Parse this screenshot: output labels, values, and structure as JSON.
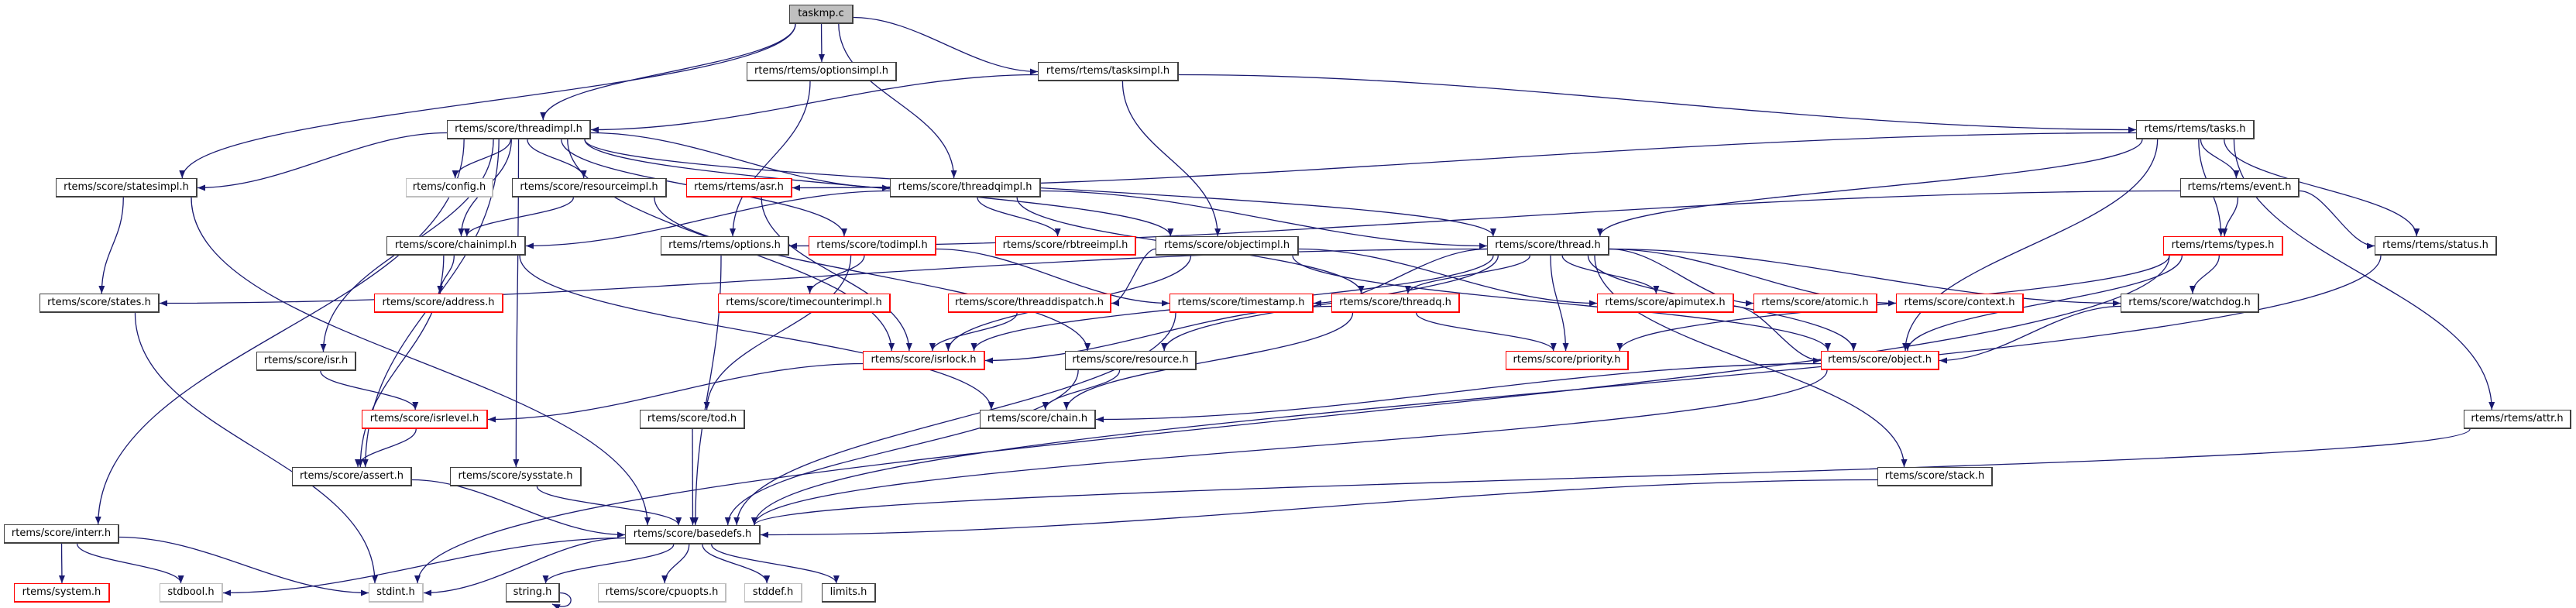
{
  "graph": {
    "title": "taskmp.c",
    "style": {
      "edge_color": "#191970",
      "root_fill": "#bfbfbf",
      "documented_border": "#404040",
      "truncated_border": "#ff0000",
      "undocumented_border": "#bfbfbf"
    },
    "nodes": [
      {
        "label": "taskmp.c",
        "kind": "root"
      },
      {
        "label": "rtems/rtems/optionsimpl.h",
        "kind": "documented"
      },
      {
        "label": "rtems/rtems/tasksimpl.h",
        "kind": "documented"
      },
      {
        "label": "rtems/score/threadimpl.h",
        "kind": "documented"
      },
      {
        "label": "rtems/rtems/tasks.h",
        "kind": "documented"
      },
      {
        "label": "rtems/score/statesimpl.h",
        "kind": "documented"
      },
      {
        "label": "rtems/config.h",
        "kind": "undocumented"
      },
      {
        "label": "rtems/score/resourceimpl.h",
        "kind": "documented"
      },
      {
        "label": "rtems/rtems/asr.h",
        "kind": "truncated"
      },
      {
        "label": "rtems/score/threadqimpl.h",
        "kind": "documented"
      },
      {
        "label": "rtems/rtems/event.h",
        "kind": "documented"
      },
      {
        "label": "rtems/score/chainimpl.h",
        "kind": "documented"
      },
      {
        "label": "rtems/rtems/options.h",
        "kind": "documented"
      },
      {
        "label": "rtems/score/todimpl.h",
        "kind": "truncated"
      },
      {
        "label": "rtems/score/rbtreeimpl.h",
        "kind": "truncated"
      },
      {
        "label": "rtems/score/objectimpl.h",
        "kind": "documented"
      },
      {
        "label": "rtems/score/thread.h",
        "kind": "documented"
      },
      {
        "label": "rtems/rtems/types.h",
        "kind": "truncated"
      },
      {
        "label": "rtems/rtems/status.h",
        "kind": "documented"
      },
      {
        "label": "rtems/score/states.h",
        "kind": "documented"
      },
      {
        "label": "rtems/score/address.h",
        "kind": "truncated"
      },
      {
        "label": "rtems/score/timecounterimpl.h",
        "kind": "truncated"
      },
      {
        "label": "rtems/score/threaddispatch.h",
        "kind": "truncated"
      },
      {
        "label": "rtems/score/timestamp.h",
        "kind": "truncated"
      },
      {
        "label": "rtems/score/threadq.h",
        "kind": "truncated"
      },
      {
        "label": "rtems/score/apimutex.h",
        "kind": "truncated"
      },
      {
        "label": "rtems/score/atomic.h",
        "kind": "truncated"
      },
      {
        "label": "rtems/score/context.h",
        "kind": "truncated"
      },
      {
        "label": "rtems/score/watchdog.h",
        "kind": "documented"
      },
      {
        "label": "rtems/score/isr.h",
        "kind": "documented"
      },
      {
        "label": "rtems/score/isrlock.h",
        "kind": "truncated"
      },
      {
        "label": "rtems/score/resource.h",
        "kind": "documented"
      },
      {
        "label": "rtems/score/priority.h",
        "kind": "truncated"
      },
      {
        "label": "rtems/score/object.h",
        "kind": "truncated"
      },
      {
        "label": "rtems/score/isrlevel.h",
        "kind": "truncated"
      },
      {
        "label": "rtems/score/tod.h",
        "kind": "documented"
      },
      {
        "label": "rtems/score/chain.h",
        "kind": "documented"
      },
      {
        "label": "rtems/rtems/attr.h",
        "kind": "documented"
      },
      {
        "label": "rtems/score/assert.h",
        "kind": "documented"
      },
      {
        "label": "rtems/score/sysstate.h",
        "kind": "documented"
      },
      {
        "label": "rtems/score/stack.h",
        "kind": "documented"
      },
      {
        "label": "rtems/score/interr.h",
        "kind": "documented"
      },
      {
        "label": "rtems/score/basedefs.h",
        "kind": "documented"
      },
      {
        "label": "rtems/system.h",
        "kind": "truncated"
      },
      {
        "label": "stdbool.h",
        "kind": "undocumented"
      },
      {
        "label": "stdint.h",
        "kind": "undocumented"
      },
      {
        "label": "string.h",
        "kind": "documented"
      },
      {
        "label": "rtems/score/cpuopts.h",
        "kind": "undocumented"
      },
      {
        "label": "stddef.h",
        "kind": "undocumented"
      },
      {
        "label": "limits.h",
        "kind": "documented"
      }
    ],
    "edges": [
      {
        "from": "taskmp.c",
        "to": "rtems/score/statesimpl.h"
      },
      {
        "from": "taskmp.c",
        "to": "rtems/score/threadimpl.h"
      },
      {
        "from": "taskmp.c",
        "to": "rtems/rtems/optionsimpl.h"
      },
      {
        "from": "taskmp.c",
        "to": "rtems/score/threadqimpl.h"
      },
      {
        "from": "taskmp.c",
        "to": "rtems/rtems/tasksimpl.h"
      },
      {
        "from": "rtems/rtems/optionsimpl.h",
        "to": "rtems/rtems/options.h"
      },
      {
        "from": "rtems/rtems/tasksimpl.h",
        "to": "rtems/score/threadimpl.h"
      },
      {
        "from": "rtems/rtems/tasksimpl.h",
        "to": "rtems/score/objectimpl.h"
      },
      {
        "from": "rtems/rtems/tasksimpl.h",
        "to": "rtems/rtems/tasks.h"
      },
      {
        "from": "rtems/score/threadimpl.h",
        "to": "rtems/score/statesimpl.h"
      },
      {
        "from": "rtems/score/threadimpl.h",
        "to": "rtems/config.h"
      },
      {
        "from": "rtems/score/threadimpl.h",
        "to": "rtems/score/resourceimpl.h"
      },
      {
        "from": "rtems/score/threadimpl.h",
        "to": "rtems/score/chainimpl.h"
      },
      {
        "from": "rtems/score/threadimpl.h",
        "to": "rtems/score/threadqimpl.h"
      },
      {
        "from": "rtems/score/threadimpl.h",
        "to": "rtems/score/todimpl.h"
      },
      {
        "from": "rtems/score/threadimpl.h",
        "to": "rtems/score/objectimpl.h"
      },
      {
        "from": "rtems/score/threadimpl.h",
        "to": "rtems/score/thread.h"
      },
      {
        "from": "rtems/score/threadimpl.h",
        "to": "rtems/score/isr.h"
      },
      {
        "from": "rtems/score/threadimpl.h",
        "to": "rtems/score/assert.h"
      },
      {
        "from": "rtems/score/threadimpl.h",
        "to": "rtems/score/sysstate.h"
      },
      {
        "from": "rtems/score/threadimpl.h",
        "to": "rtems/score/interr.h"
      },
      {
        "from": "rtems/score/threadimpl.h",
        "to": "rtems/score/isrlock.h"
      },
      {
        "from": "rtems/rtems/tasks.h",
        "to": "rtems/rtems/asr.h"
      },
      {
        "from": "rtems/rtems/tasks.h",
        "to": "rtems/score/thread.h"
      },
      {
        "from": "rtems/rtems/tasks.h",
        "to": "rtems/rtems/event.h"
      },
      {
        "from": "rtems/rtems/tasks.h",
        "to": "rtems/rtems/types.h"
      },
      {
        "from": "rtems/rtems/tasks.h",
        "to": "rtems/rtems/status.h"
      },
      {
        "from": "rtems/rtems/tasks.h",
        "to": "rtems/rtems/attr.h"
      },
      {
        "from": "rtems/rtems/tasks.h",
        "to": "rtems/score/object.h"
      },
      {
        "from": "rtems/score/statesimpl.h",
        "to": "rtems/score/states.h"
      },
      {
        "from": "rtems/score/statesimpl.h",
        "to": "rtems/score/basedefs.h"
      },
      {
        "from": "rtems/score/resourceimpl.h",
        "to": "rtems/score/chainimpl.h"
      },
      {
        "from": "rtems/score/resourceimpl.h",
        "to": "rtems/score/resource.h"
      },
      {
        "from": "rtems/rtems/asr.h",
        "to": "rtems/score/isrlock.h"
      },
      {
        "from": "rtems/score/threadqimpl.h",
        "to": "rtems/score/chainimpl.h"
      },
      {
        "from": "rtems/score/threadqimpl.h",
        "to": "rtems/score/rbtreeimpl.h"
      },
      {
        "from": "rtems/score/threadqimpl.h",
        "to": "rtems/score/thread.h"
      },
      {
        "from": "rtems/score/threadqimpl.h",
        "to": "rtems/score/threadq.h"
      },
      {
        "from": "rtems/rtems/event.h",
        "to": "rtems/rtems/types.h"
      },
      {
        "from": "rtems/rtems/event.h",
        "to": "rtems/rtems/status.h"
      },
      {
        "from": "rtems/rtems/event.h",
        "to": "rtems/rtems/options.h"
      },
      {
        "from": "rtems/score/chainimpl.h",
        "to": "rtems/score/address.h"
      },
      {
        "from": "rtems/score/chainimpl.h",
        "to": "rtems/score/chain.h"
      },
      {
        "from": "rtems/score/chainimpl.h",
        "to": "rtems/score/assert.h"
      },
      {
        "from": "rtems/rtems/options.h",
        "to": "rtems/score/basedefs.h"
      },
      {
        "from": "rtems/score/todimpl.h",
        "to": "rtems/score/timecounterimpl.h"
      },
      {
        "from": "rtems/score/todimpl.h",
        "to": "rtems/score/tod.h"
      },
      {
        "from": "rtems/score/todimpl.h",
        "to": "rtems/score/timestamp.h"
      },
      {
        "from": "rtems/score/objectimpl.h",
        "to": "rtems/score/threaddispatch.h"
      },
      {
        "from": "rtems/score/objectimpl.h",
        "to": "rtems/score/isrlock.h"
      },
      {
        "from": "rtems/score/objectimpl.h",
        "to": "rtems/score/apimutex.h"
      },
      {
        "from": "rtems/score/objectimpl.h",
        "to": "rtems/score/object.h"
      },
      {
        "from": "rtems/score/thread.h",
        "to": "rtems/score/states.h"
      },
      {
        "from": "rtems/score/thread.h",
        "to": "rtems/score/isrlock.h"
      },
      {
        "from": "rtems/score/thread.h",
        "to": "rtems/score/timestamp.h"
      },
      {
        "from": "rtems/score/thread.h",
        "to": "rtems/score/threadq.h"
      },
      {
        "from": "rtems/score/thread.h",
        "to": "rtems/score/priority.h"
      },
      {
        "from": "rtems/score/thread.h",
        "to": "rtems/score/resource.h"
      },
      {
        "from": "rtems/score/thread.h",
        "to": "rtems/score/object.h"
      },
      {
        "from": "rtems/score/thread.h",
        "to": "rtems/score/apimutex.h"
      },
      {
        "from": "rtems/score/thread.h",
        "to": "rtems/score/atomic.h"
      },
      {
        "from": "rtems/score/thread.h",
        "to": "rtems/score/context.h"
      },
      {
        "from": "rtems/score/thread.h",
        "to": "rtems/score/watchdog.h"
      },
      {
        "from": "rtems/score/thread.h",
        "to": "rtems/score/stack.h"
      },
      {
        "from": "rtems/rtems/types.h",
        "to": "rtems/score/watchdog.h"
      },
      {
        "from": "rtems/rtems/types.h",
        "to": "rtems/score/object.h"
      },
      {
        "from": "rtems/rtems/types.h",
        "to": "rtems/score/priority.h"
      },
      {
        "from": "rtems/rtems/types.h",
        "to": "stdint.h"
      },
      {
        "from": "rtems/rtems/status.h",
        "to": "rtems/score/basedefs.h"
      },
      {
        "from": "rtems/score/states.h",
        "to": "stdint.h"
      },
      {
        "from": "rtems/score/timestamp.h",
        "to": "rtems/score/basedefs.h"
      },
      {
        "from": "rtems/score/threaddispatch.h",
        "to": "rtems/score/isrlock.h"
      },
      {
        "from": "rtems/score/threadq.h",
        "to": "rtems/score/isrlock.h"
      },
      {
        "from": "rtems/score/threadq.h",
        "to": "rtems/score/priority.h"
      },
      {
        "from": "rtems/score/threadq.h",
        "to": "rtems/score/chain.h"
      },
      {
        "from": "rtems/score/apimutex.h",
        "to": "rtems/score/object.h"
      },
      {
        "from": "rtems/score/watchdog.h",
        "to": "rtems/score/object.h"
      },
      {
        "from": "rtems/score/isr.h",
        "to": "rtems/score/isrlevel.h"
      },
      {
        "from": "rtems/score/isrlock.h",
        "to": "rtems/score/isrlevel.h"
      },
      {
        "from": "rtems/score/resource.h",
        "to": "rtems/score/chain.h"
      },
      {
        "from": "rtems/score/resource.h",
        "to": "rtems/score/basedefs.h"
      },
      {
        "from": "rtems/score/object.h",
        "to": "rtems/score/chain.h"
      },
      {
        "from": "rtems/score/object.h",
        "to": "rtems/score/basedefs.h"
      },
      {
        "from": "rtems/score/isrlevel.h",
        "to": "rtems/score/assert.h"
      },
      {
        "from": "rtems/score/tod.h",
        "to": "rtems/score/basedefs.h"
      },
      {
        "from": "rtems/rtems/attr.h",
        "to": "rtems/score/basedefs.h"
      },
      {
        "from": "rtems/score/assert.h",
        "to": "rtems/score/basedefs.h"
      },
      {
        "from": "rtems/score/sysstate.h",
        "to": "rtems/score/basedefs.h"
      },
      {
        "from": "rtems/score/stack.h",
        "to": "rtems/score/basedefs.h"
      },
      {
        "from": "rtems/score/interr.h",
        "to": "rtems/system.h"
      },
      {
        "from": "rtems/score/interr.h",
        "to": "stdbool.h"
      },
      {
        "from": "rtems/score/interr.h",
        "to": "stdint.h"
      },
      {
        "from": "rtems/score/basedefs.h",
        "to": "stdbool.h"
      },
      {
        "from": "rtems/score/basedefs.h",
        "to": "stdint.h"
      },
      {
        "from": "rtems/score/basedefs.h",
        "to": "string.h"
      },
      {
        "from": "rtems/score/basedefs.h",
        "to": "rtems/score/cpuopts.h"
      },
      {
        "from": "rtems/score/basedefs.h",
        "to": "stddef.h"
      },
      {
        "from": "rtems/score/basedefs.h",
        "to": "limits.h"
      },
      {
        "from": "string.h",
        "to": "string.h"
      }
    ]
  }
}
